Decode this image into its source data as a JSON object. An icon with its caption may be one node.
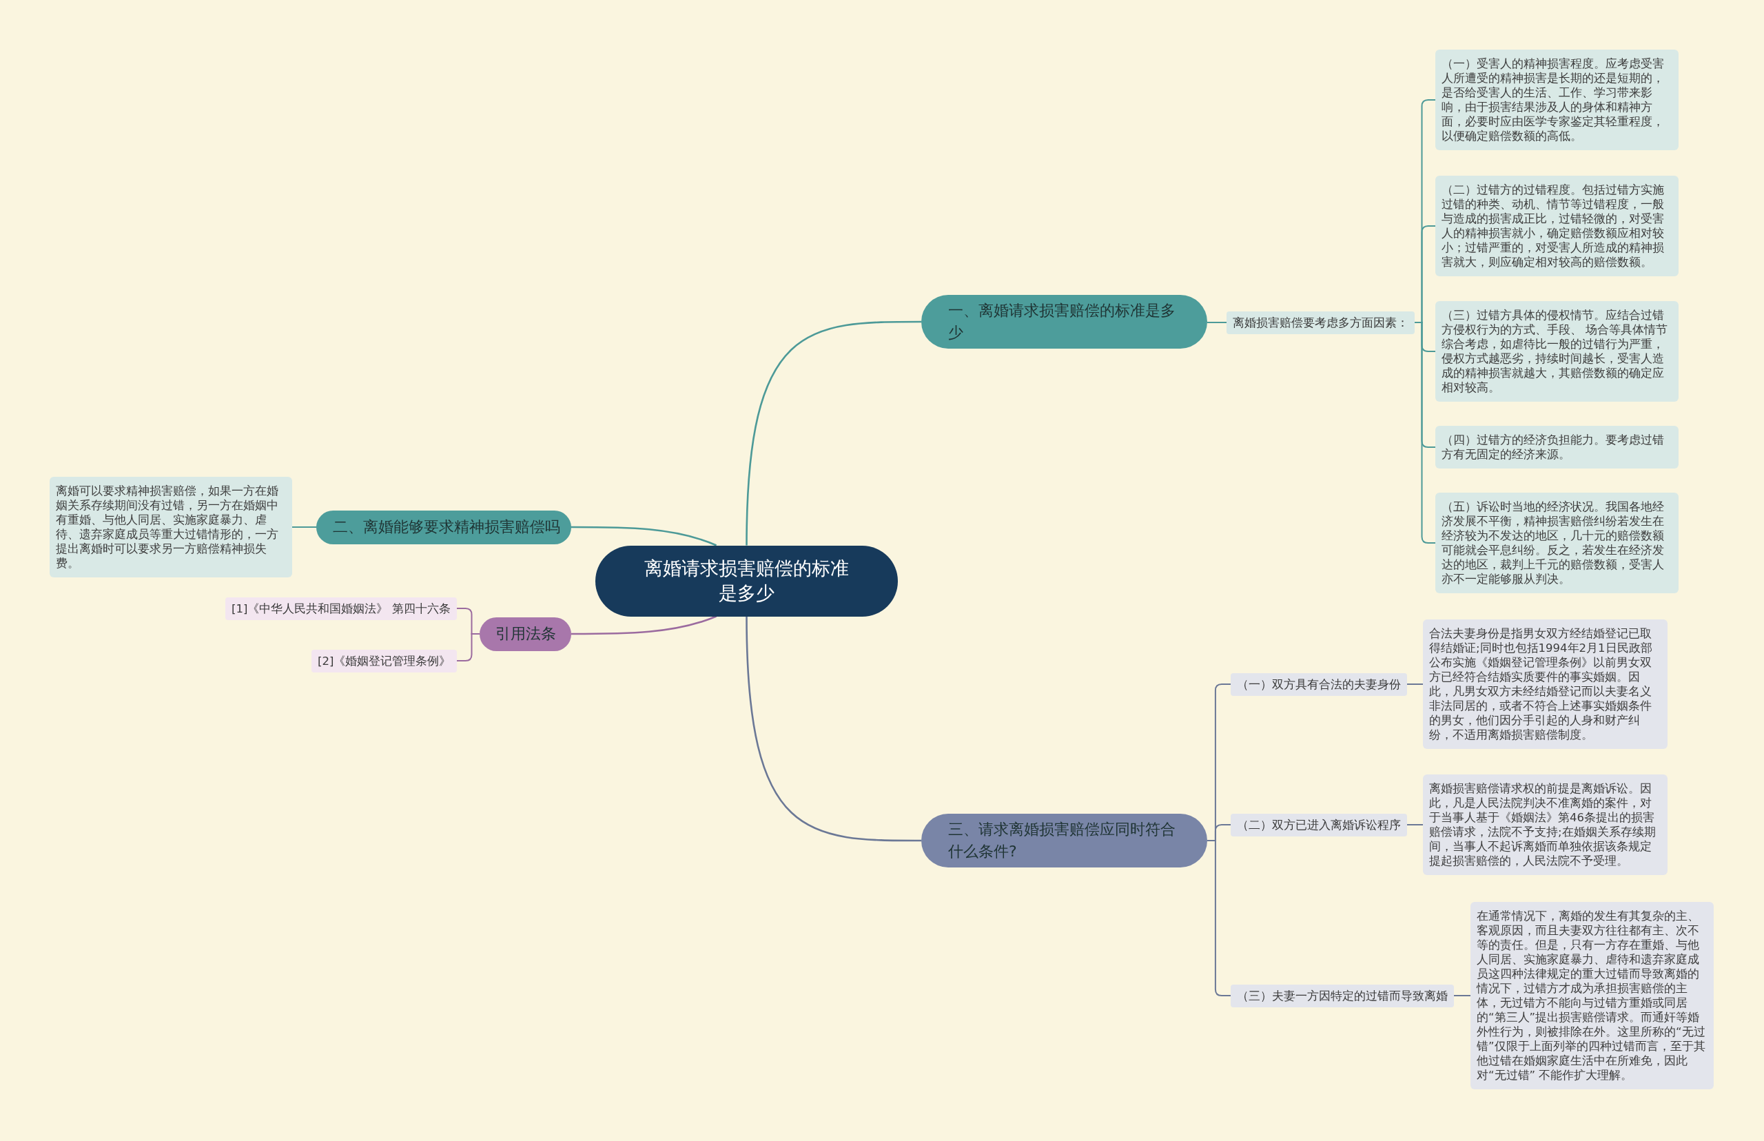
{
  "diagram": {
    "nodes": [
      {
        "text": [
          "离婚请求损害赔偿的标准是多少"
        ]
      },
      {
        "text": [
          "一、离婚请求损害赔偿的标准是多少"
        ]
      },
      {
        "text": [
          "离婚损害赔偿要考虑多方面因素："
        ]
      },
      {
        "text": [
          "（一）受害人的精神损害程度。应考虑受害人所遭受的精神损害是长期的还是短期的，是否给受害人的生活、工作、学习带来影响，由于损害结果涉及人的身体和精神方面，必要时应由医学专家鉴定其轻重程度，以便确定赔偿数额的高低。"
        ]
      },
      {
        "text": [
          "（二）过错方的过错程度。包括过错方实施过错的种类、动机、情节等过错程度，一般与造成的损害成正比，过错轻微的，对受害人的精神损害就小，确定赔偿数额应相对较小；过错严重的，对受害人所造成的精神损害就大，则应确定相对较高的赔偿数额。"
        ]
      },
      {
        "text": [
          "（三）过错方具体的侵权情节。应结合过错方侵权行为的方式、手段、 场合等具体情节综合考虑，如虐待比一般的过错行为严重，侵权方式越恶劣，持续时间越长，受害人造成的精神损害就越大，其赔偿数额的确定应相对较高。"
        ]
      },
      {
        "text": [
          "（四）过错方的经济负担能力。要考虑过错方有无固定的经济来源。"
        ]
      },
      {
        "text": [
          "（五）诉讼时当地的经济状况。我国各地经济发展不平衡，精神损害赔偿纠纷若发生在经济较为不发达的地区，几十元的赔偿数额可能就会平息纠纷。反之，若发生在经济发达的地区，裁判上千元的赔偿数额，受害人亦不一定能够服从判决。"
        ]
      },
      {
        "text": [
          "二、离婚能够要求精神损害赔偿吗"
        ]
      },
      {
        "text": [
          "离婚可以要求精神损害赔偿，如果一方在婚姻关系存续期间没有过错，另一方在婚姻中有重婚、与他人同居、实施家庭暴力、虐待、遗弃家庭成员等重大过错情形的，一方提出离婚时可以要求另一方赔偿精神损失费。"
        ]
      },
      {
        "text": [
          "引用法条"
        ]
      },
      {
        "text": [
          "[1]《中华人民共和国婚姻法》 第四十六条"
        ]
      },
      {
        "text": [
          "[2]《婚姻登记管理条例》"
        ]
      },
      {
        "text": [
          "三、请求离婚损害赔偿应同时符合什么条件?"
        ]
      },
      {
        "text": [
          "（一）双方具有合法的夫妻身份"
        ]
      },
      {
        "text": [
          "合法夫妻身份是指男女双方经结婚登记已取得结婚证;同时也包括1994年2月1日民政部公布实施《婚姻登记管理条例》以前男女双方已经符合结婚实质要件的事实婚姻。因此，凡男女双方未经结婚登记而以夫妻名义非法同居的，或者不符合上述事实婚姻条件的男女，他们因分手引起的人身和财产纠纷，不适用离婚损害赔偿制度。"
        ]
      },
      {
        "text": [
          "（二）双方已进入离婚诉讼程序"
        ]
      },
      {
        "text": [
          "离婚损害赔偿请求权的前提是离婚诉讼。因此，凡是人民法院判决不准离婚的案件，对于当事人基于《婚姻法》第46条提出的损害赔偿请求，法院不予支持;在婚姻关系存续期间，当事人不起诉离婚而单独依据该条规定提起损害赔偿的，人民法院不予受理。"
        ]
      },
      {
        "text": [
          "（三）夫妻一方因特定的过错而导致离婚"
        ]
      },
      {
        "text": [
          "在通常情况下，离婚的发生有其复杂的主、客观原因，而且夫妻双方往往都有主、次不等的责任。但是，只有一方存在重婚、与他人同居、实施家庭暴力、虐待和遗弃家庭成员这四种法律规定的重大过错而导致离婚的情况下，过错方才成为承担损害赔偿的主体，无过错方不能向与过错方重婚或同居的“第三人”提出损害赔偿请求。而通奸等婚外性行为，则被排除在外。这里所称的“无过错”仅限于上面列举的四种过错而言，至于其他过错在婚姻家庭生活中在所难免，因此对“无过错” 不能作扩大理解。"
        ]
      }
    ],
    "edges": [
      {
        "from": 0,
        "to": 1,
        "arrow": "none"
      },
      {
        "from": 1,
        "to": 2,
        "arrow": "none"
      },
      {
        "from": 2,
        "to": 3,
        "arrow": "none"
      },
      {
        "from": 2,
        "to": 4,
        "arrow": "none"
      },
      {
        "from": 2,
        "to": 5,
        "arrow": "none"
      },
      {
        "from": 2,
        "to": 6,
        "arrow": "none"
      },
      {
        "from": 2,
        "to": 7,
        "arrow": "none"
      },
      {
        "from": 0,
        "to": 8,
        "arrow": "none"
      },
      {
        "from": 8,
        "to": 9,
        "arrow": "none"
      },
      {
        "from": 0,
        "to": 10,
        "arrow": "none",
        "color": "#9b6b9f"
      },
      {
        "from": 10,
        "to": 11,
        "arrow": "none",
        "color": "#9b6b9f"
      },
      {
        "from": 10,
        "to": 12,
        "arrow": "none",
        "color": "#9b6b9f"
      },
      {
        "from": 0,
        "to": 13,
        "arrow": "none",
        "color": "#6b7896"
      },
      {
        "from": 13,
        "to": 14,
        "arrow": "none",
        "color": "#6b7896"
      },
      {
        "from": 14,
        "to": 15,
        "arrow": "none",
        "color": "#6b7896"
      },
      {
        "from": 13,
        "to": 16,
        "arrow": "none",
        "color": "#6b7896"
      },
      {
        "from": 16,
        "to": 17,
        "arrow": "none",
        "color": "#6b7896"
      },
      {
        "from": 13,
        "to": 18,
        "arrow": "none",
        "color": "#6b7896"
      },
      {
        "from": 18,
        "to": 19,
        "arrow": "none",
        "color": "#6b7896"
      }
    ]
  }
}
